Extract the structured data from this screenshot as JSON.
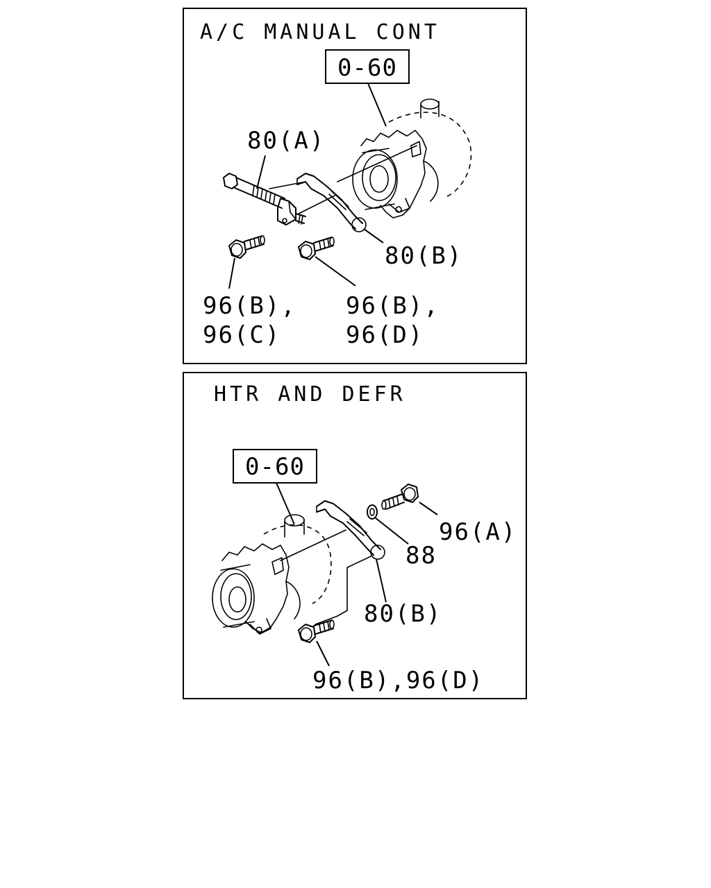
{
  "panels": [
    {
      "title": "A/C MANUAL CONT",
      "ref_box": "0-60",
      "callouts": {
        "bracket_a": "80(A)",
        "bracket_b": "80(B)",
        "bolt_left_1": "96(B),",
        "bolt_left_2": "96(C)",
        "bolt_right_1": "96(B),",
        "bolt_right_2": "96(D)"
      }
    },
    {
      "title": "HTR AND DEFR",
      "ref_box": "0-60",
      "callouts": {
        "bolt_a": "96(A)",
        "washer": "88",
        "bracket_b": "80(B)",
        "bolt_bd": "96(B),96(D)"
      }
    }
  ]
}
